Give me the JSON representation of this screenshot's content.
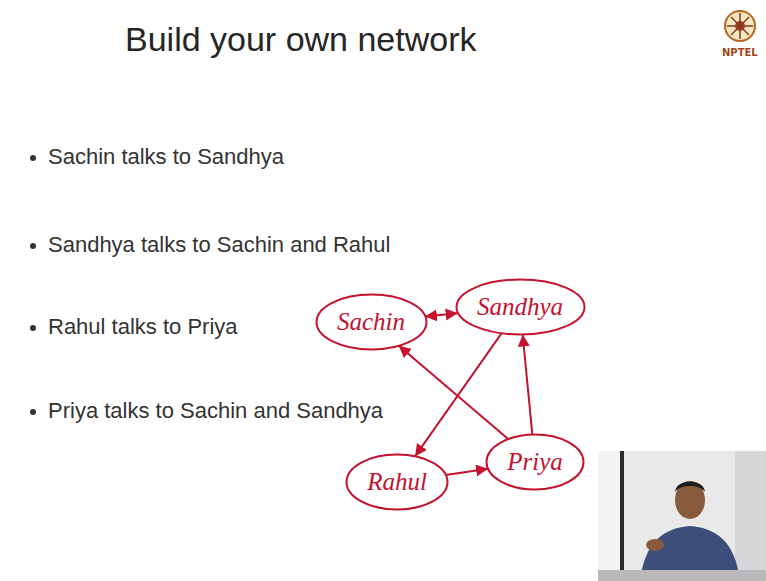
{
  "diagram": {
    "title": "Build your own network",
    "nodes": [
      {
        "text": [
          "Sachin"
        ]
      },
      {
        "text": [
          "Sandhya"
        ]
      },
      {
        "text": [
          "Rahul"
        ]
      },
      {
        "text": [
          "Priya"
        ]
      }
    ],
    "edges": [
      {
        "from": 0,
        "to": 1,
        "arrow": "both"
      },
      {
        "from": 1,
        "to": 2,
        "arrow": "to"
      },
      {
        "from": 2,
        "to": 3,
        "arrow": "to"
      },
      {
        "from": 3,
        "to": 0,
        "arrow": "to"
      },
      {
        "from": 3,
        "to": 1,
        "arrow": "to"
      }
    ],
    "labels": [
      "Sachin talks to Sandhya",
      "Sandhya talks to Sachin and Rahul",
      "Rahul talks to Priya",
      "Priya talks to Sachin and Sandhya",
      "NPTEL"
    ]
  }
}
